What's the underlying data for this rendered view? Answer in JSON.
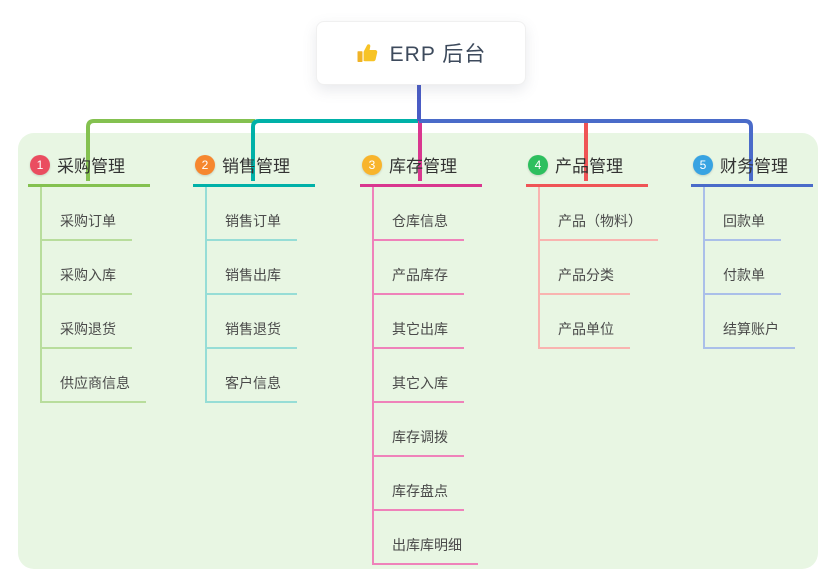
{
  "root": {
    "title": "ERP 后台",
    "icon": "thumbs-up-icon",
    "icon_color": "#f7c325"
  },
  "canvas": {
    "panel_bg": "#e8f6e3",
    "trunk_color": "#4a5cc5",
    "background": "#ffffff"
  },
  "branches": [
    {
      "num": "1",
      "label": "采购管理",
      "badge_color": "#ea4d60",
      "line_color": "#84c150",
      "child_line_color": "#b8dd9c",
      "children": [
        "采购订单",
        "采购入库",
        "采购退货",
        "供应商信息"
      ]
    },
    {
      "num": "2",
      "label": "销售管理",
      "badge_color": "#f6872f",
      "line_color": "#00b1a8",
      "child_line_color": "#96ddd6",
      "children": [
        "销售订单",
        "销售出库",
        "销售退货",
        "客户信息"
      ]
    },
    {
      "num": "3",
      "label": "库存管理",
      "badge_color": "#f8b42c",
      "line_color": "#d9378f",
      "child_line_color": "#ef82ba",
      "children": [
        "仓库信息",
        "产品库存",
        "其它出库",
        "其它入库",
        "库存调拨",
        "库存盘点",
        "出库库明细"
      ]
    },
    {
      "num": "4",
      "label": "产品管理",
      "badge_color": "#2dbf5e",
      "line_color": "#ef5456",
      "child_line_color": "#f9b4b0",
      "children": [
        "产品（物料）",
        "产品分类",
        "产品单位"
      ]
    },
    {
      "num": "5",
      "label": "财务管理",
      "badge_color": "#38a3e2",
      "line_color": "#4a6bc9",
      "child_line_color": "#aabfe9",
      "children": [
        "回款单",
        "付款单",
        "结算账户"
      ]
    }
  ]
}
